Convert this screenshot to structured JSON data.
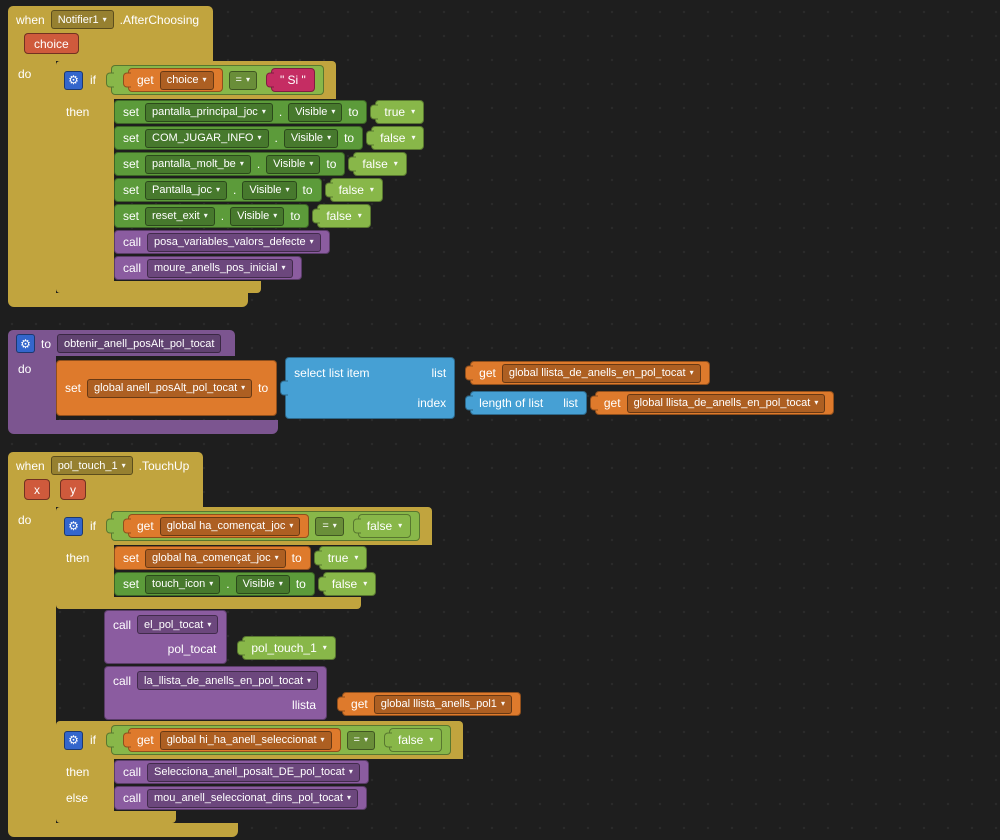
{
  "colors": {
    "canvas": "#1e1e1e",
    "event_gold": "#c1a43e",
    "component_green": "#5c9b3a",
    "logic_green": "#88b749",
    "variable_orange": "#de7a2c",
    "text_magenta": "#c52d63",
    "procedure_purple": "#8b5ca0",
    "procedure_def_purple": "#7c5590",
    "list_blue": "#46a0d4",
    "parameter_red": "#cf5a3c",
    "mutator_blue": "#3366cc"
  },
  "icons": {
    "dropdown_arrow": "▾",
    "gear": "⚙"
  },
  "kw": {
    "when": "when",
    "do": "do",
    "then": "then",
    "else": "else",
    "if": "if",
    "to": "to",
    "set": "set",
    "call": "call",
    "get": "get",
    "dot": "."
  },
  "notifier_block": {
    "component": "Notifier1",
    "event": ".AfterChoosing",
    "param": "choice",
    "condition": {
      "get_var": "choice",
      "op": "=",
      "text_value": "\" Si \""
    },
    "setters": [
      {
        "component": "pantalla_principal_joc",
        "prop": "Visible",
        "value": "true"
      },
      {
        "component": "COM_JUGAR_INFO",
        "prop": "Visible",
        "value": "false"
      },
      {
        "component": "pantalla_molt_be",
        "prop": "Visible",
        "value": "false"
      },
      {
        "component": "Pantalla_joc",
        "prop": "Visible",
        "value": "false"
      },
      {
        "component": "reset_exit",
        "prop": "Visible",
        "value": "false"
      }
    ],
    "calls": [
      {
        "name": "posa_variables_valors_defecte"
      },
      {
        "name": "moure_anells_pos_inicial"
      }
    ]
  },
  "procedure_block": {
    "name": "obtenir_anell_posAlt_pol_tocat",
    "set_var": "global anell_posAlt_pol_tocat",
    "select_item": {
      "label": "select list item",
      "list_label": "list",
      "index_label": "index"
    },
    "list_get_var": "global llista_de_anells_en_pol_tocat",
    "length_of_list": {
      "label": "length of list",
      "list_label": "list"
    },
    "length_get_var": "global llista_de_anells_en_pol_tocat"
  },
  "touch_block": {
    "component": "pol_touch_1",
    "event": ".TouchUp",
    "params": [
      "x",
      "y"
    ],
    "condition1": {
      "get_var": "global ha_començat_joc",
      "op": "=",
      "value": "false"
    },
    "set_global": {
      "var": "global ha_començat_joc",
      "value": "true"
    },
    "set_component": {
      "component": "touch_icon",
      "prop": "Visible",
      "value": "false"
    },
    "call_pol_tocat": {
      "name": "el_pol_tocat",
      "arg_label": "pol_tocat",
      "arg_value": "pol_touch_1"
    },
    "call_llista": {
      "name": "la_llista_de_anells_en_pol_tocat",
      "arg_label": "llista",
      "arg_get_var": "global llista_anells_pol1"
    },
    "condition2": {
      "get_var": "global hi_ha_anell_seleccionat",
      "op": "=",
      "value": "false"
    },
    "then_call": {
      "name": "Selecciona_anell_posalt_DE_pol_tocat"
    },
    "else_call": {
      "name": "mou_anell_seleccionat_dins_pol_tocat"
    }
  }
}
